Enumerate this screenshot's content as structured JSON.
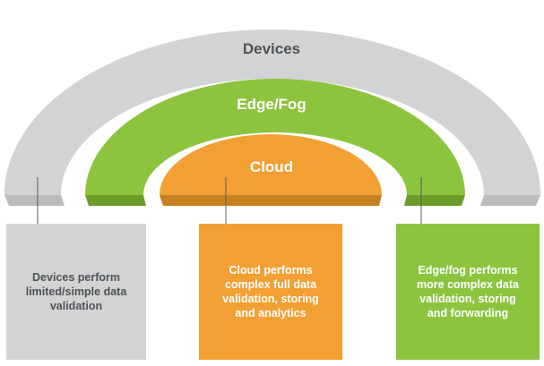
{
  "layers": {
    "devices": {
      "label": "Devices",
      "description": "Devices perform\nlimited/simple data\nvalidation",
      "color": "#d2d3d5",
      "shade": "#bbbcbe",
      "text_color": "#4f5254"
    },
    "edge_fog": {
      "label": "Edge/Fog",
      "description": "Edge/fog performs\nmore complex data\nvalidation, storing\nand forwarding",
      "color": "#8cc43e",
      "shade": "#6c9c2a",
      "text_color": "#ffffff"
    },
    "cloud": {
      "label": "Cloud",
      "description": "Cloud performs\ncomplex full data\nvalidation, storing\nand analytics",
      "color": "#f2a034",
      "shade": "#c7801f",
      "text_color": "#ffffff"
    }
  }
}
